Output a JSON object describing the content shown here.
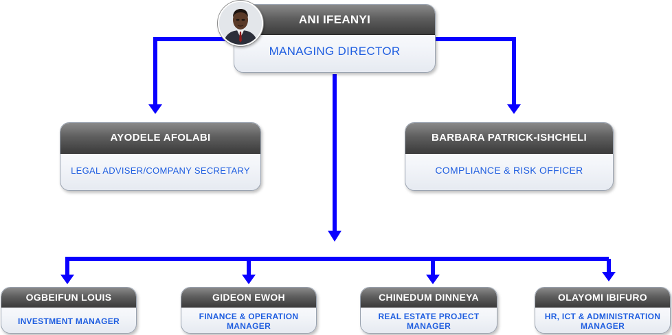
{
  "top": {
    "name": "ANI IFEANYI",
    "role": "MANAGING DIRECTOR"
  },
  "second_level": {
    "legal": {
      "name": "AYODELE AFOLABI",
      "role": "LEGAL ADVISER/COMPANY SECRETARY"
    },
    "compliance": {
      "name": "BARBARA PATRICK-ISHCHELI",
      "role": "COMPLIANCE & RISK OFFICER"
    }
  },
  "third_level": {
    "investment": {
      "name": "OGBEIFUN LOUIS",
      "role_line1": "INVESTMENT MANAGER",
      "role_line2": ""
    },
    "finance": {
      "name": "GIDEON EWOH",
      "role_line1": "FINANCE & OPERATION",
      "role_line2": "MANAGER"
    },
    "estate": {
      "name": "CHINEDUM DINNEYA",
      "role_line1": "REAL ESTATE PROJECT",
      "role_line2": "MANAGER"
    },
    "hr": {
      "name": "OLAYOMI IBIFURO",
      "role_line1": "HR, ICT & ADMINISTRATION",
      "role_line2": "MANAGER"
    }
  },
  "colors": {
    "connector": "#0a00ff",
    "role_text": "#1f5ee0",
    "header_bar": "#5f5f5f"
  },
  "icons": {
    "avatar": "person-photo"
  }
}
